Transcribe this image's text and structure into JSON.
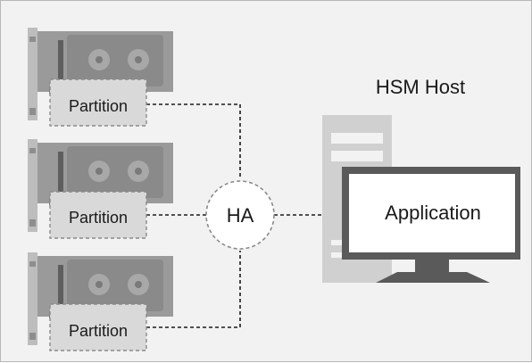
{
  "diagram": {
    "host_title": "HSM Host",
    "ha_label": "HA",
    "application_label": "Application",
    "partitions": [
      {
        "label": "Partition"
      },
      {
        "label": "Partition"
      },
      {
        "label": "Partition"
      }
    ],
    "colors": {
      "background": "#f2f2f2",
      "card_board": "#9a9a9a",
      "card_dark": "#6e6e6e",
      "card_plate": "#d2d2d2",
      "partition_fill": "#d9d9d9",
      "connector": "#1a1a1a",
      "host_body": "#d0d0d0",
      "monitor_frame": "#5a5a5a",
      "monitor_screen": "#ffffff"
    },
    "icons": [
      "hsm-card-icon",
      "server-tower-icon",
      "monitor-icon"
    ]
  }
}
